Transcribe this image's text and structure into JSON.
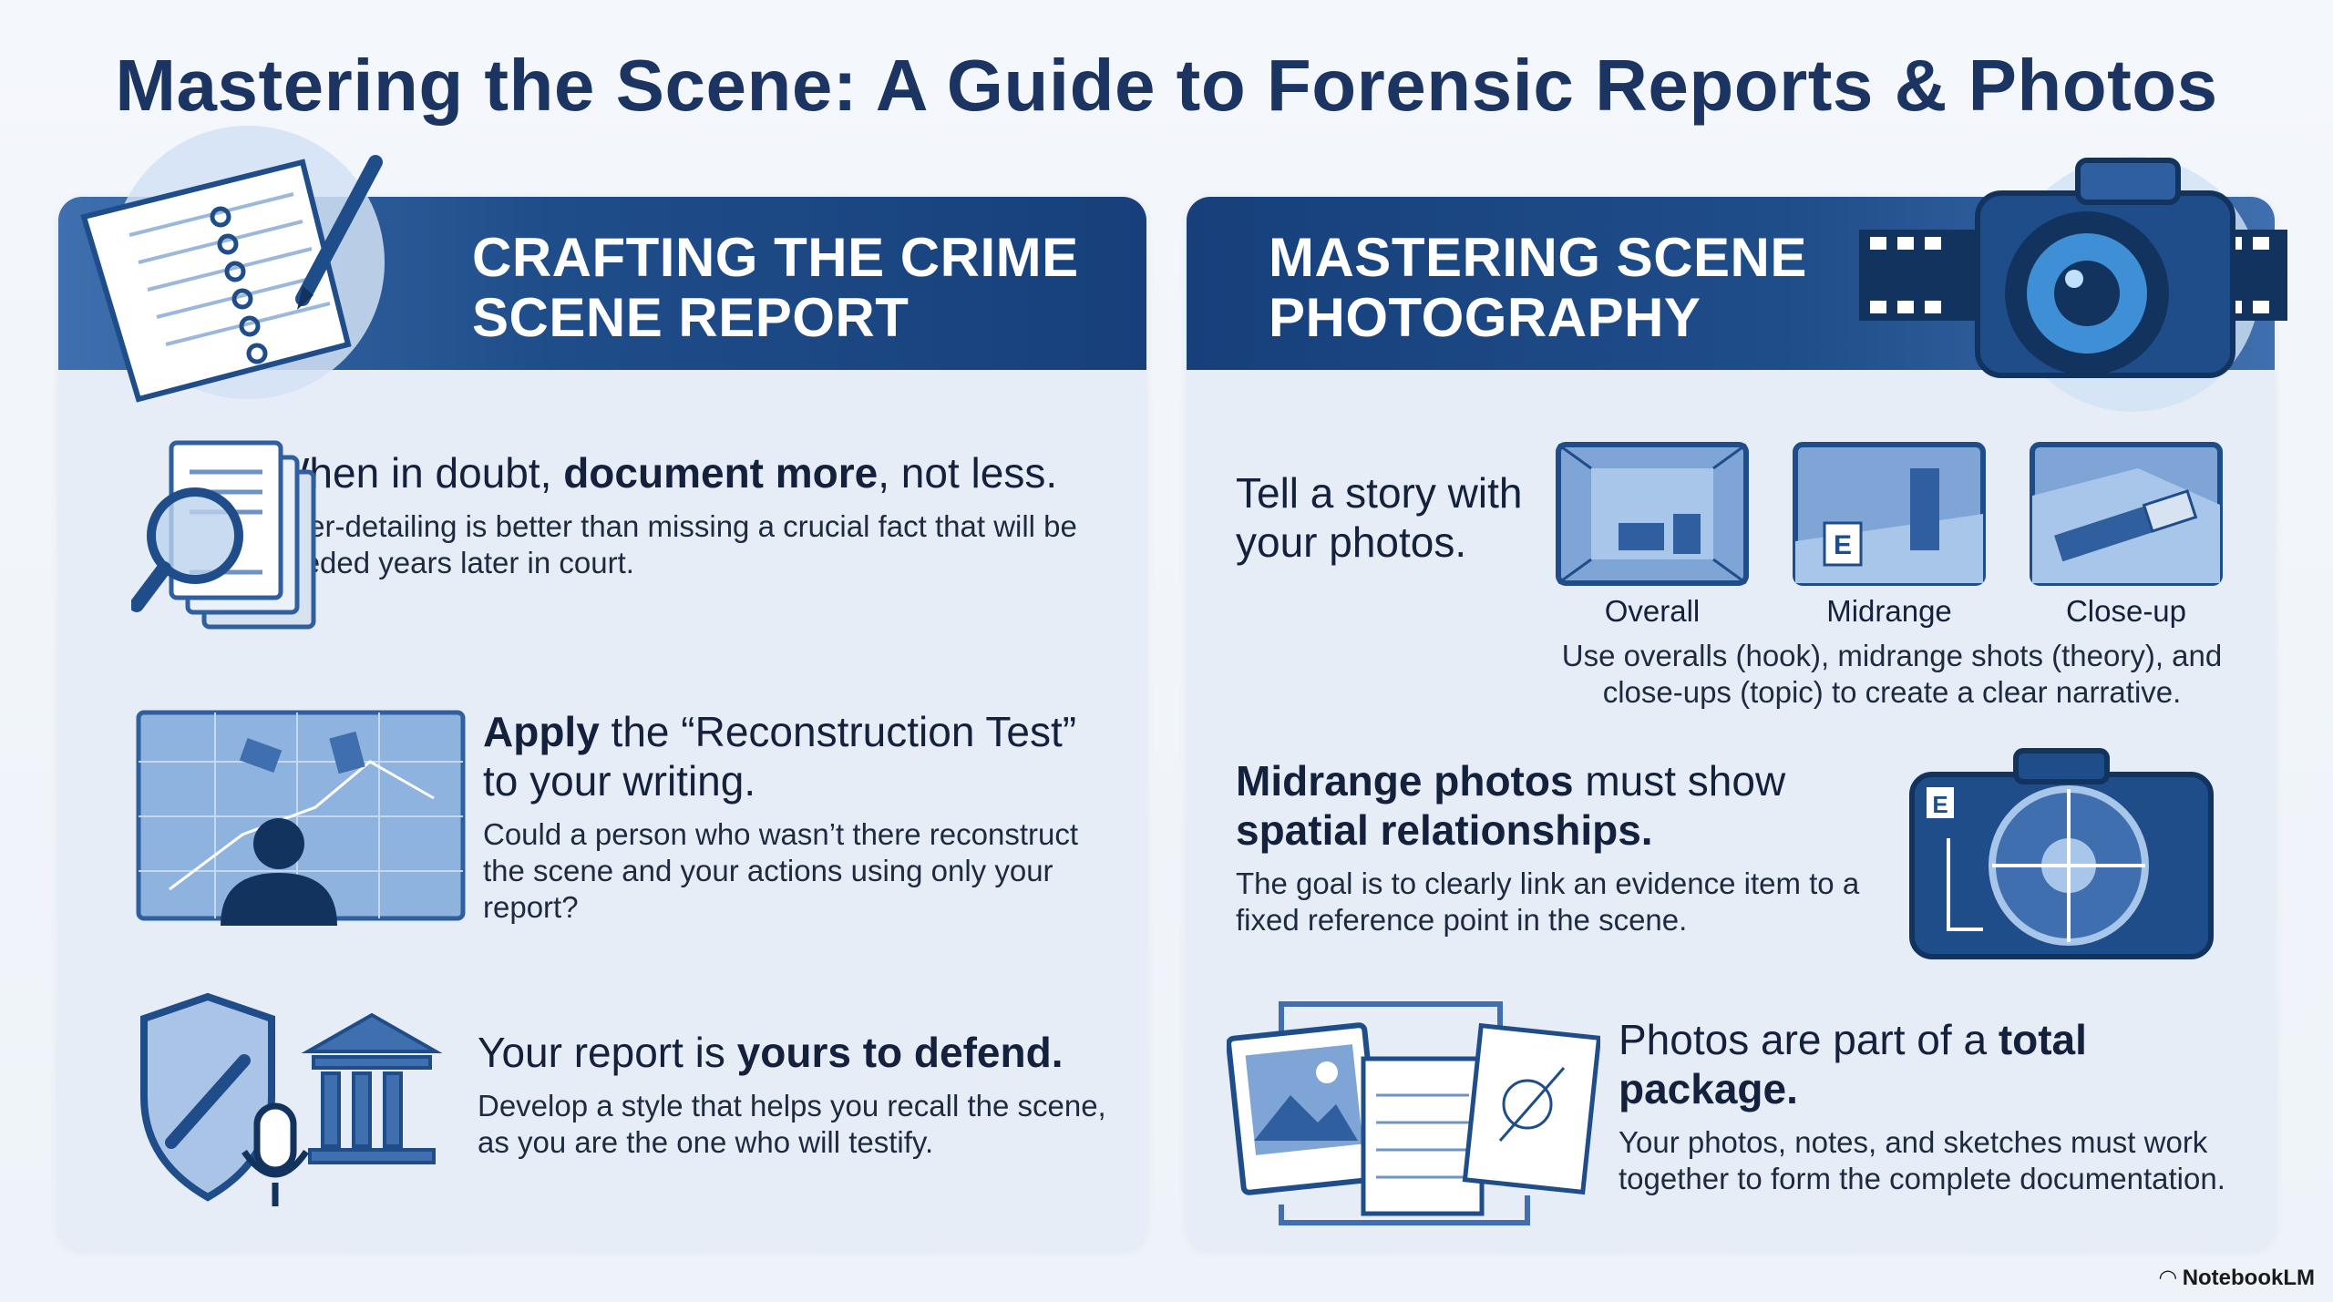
{
  "title": "Mastering the Scene: A Guide to Forensic Reports & Photos",
  "left_panel": {
    "header": "CRAFTING THE CRIME SCENE REPORT",
    "items": [
      {
        "head_pre": "When in doubt, ",
        "head_bold": "document more",
        "head_post": ", not less.",
        "body": "Over-detailing is better than missing a crucial fact that will be needed years later in court."
      },
      {
        "head_bold": "Apply",
        "head_post": " the “Reconstruction Test” to your writing.",
        "head_bold2": "",
        "body": "Could a person who wasn’t there reconstruct the scene and your actions using only your report?"
      },
      {
        "head_pre": "Your report is ",
        "head_bold": "yours to defend.",
        "body": "Develop a style that helps you recall the scene, as you are the one who will testify."
      }
    ]
  },
  "right_panel": {
    "header": "MASTERING SCENE PHOTOGRAPHY",
    "items": [
      {
        "head": "Tell a story with your photos.",
        "thumbs": [
          "Overall",
          "Midrange",
          "Close-up"
        ],
        "body": "Use overalls (hook), midrange shots (theory), and close-ups (topic) to create a clear narrative."
      },
      {
        "head_bold": "Midrange photos",
        "head_post": " must show ",
        "head_bold2": "spatial relationships.",
        "body": "The goal is to clearly link an evidence item to a fixed reference point in the scene."
      },
      {
        "head_pre": "Photos are part of a ",
        "head_bold": "total package.",
        "body": "Your photos, notes, and sketches must work together to form the complete documentation."
      }
    ]
  },
  "watermark": "NotebookLM",
  "colors": {
    "title": "#1b3461",
    "header_dark": "#17407b",
    "header_light": "#3f6fae",
    "panel_bg": "#e6edf6",
    "icon_blue": "#2f5f9e"
  }
}
